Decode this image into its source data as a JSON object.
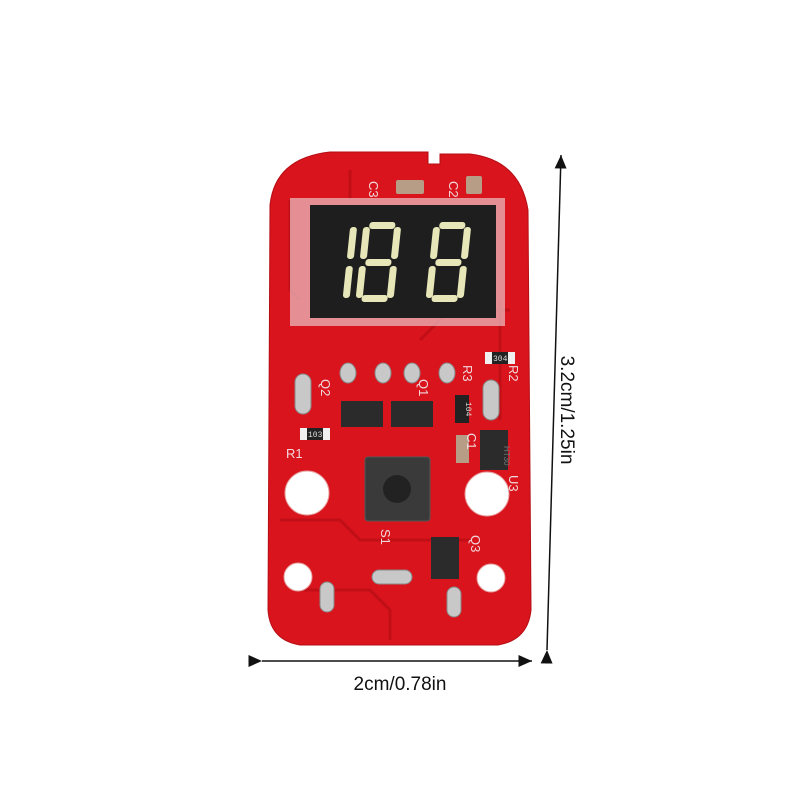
{
  "product": {
    "display_digits": "188",
    "silkscreen": {
      "c3": "C3",
      "c2": "C2",
      "c1": "C1",
      "r1": "R1",
      "r2": "R2",
      "r3": "R3",
      "q1": "Q1",
      "q2": "Q2",
      "q3": "Q3",
      "u3": "U3",
      "s1": "S1"
    },
    "component_marks": {
      "r1": "103",
      "r2": "304",
      "r3": "104",
      "u3": "HT30"
    },
    "colors": {
      "board": "#d9141c",
      "display_bg": "#1e1e1e",
      "segment": "#e6e6b8"
    }
  },
  "dimensions": {
    "width_label": "2cm/0.78in",
    "height_label": "3.2cm/1.25in"
  }
}
